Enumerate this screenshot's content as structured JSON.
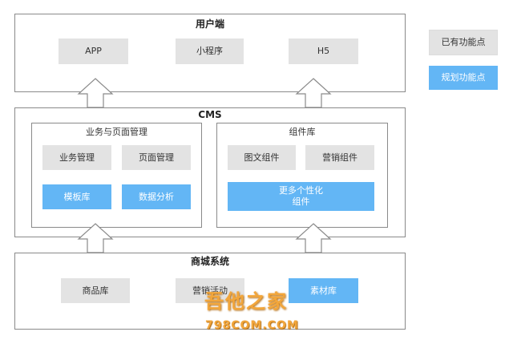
{
  "client_layer": {
    "title": "用户端",
    "items": [
      "APP",
      "小程序",
      "H5"
    ]
  },
  "cms_layer": {
    "title": "CMS",
    "business_group": {
      "title": "业务与页面管理",
      "items": [
        "业务管理",
        "页面管理",
        "模板库",
        "数据分析"
      ]
    },
    "component_group": {
      "title": "组件库",
      "items": [
        "图文组件",
        "营销组件",
        "更多个性化",
        "组件"
      ]
    }
  },
  "mall_layer": {
    "title": "商城系统",
    "items": [
      "商品库",
      "营销活动",
      "素材库"
    ]
  },
  "legend": {
    "existing": "已有功能点",
    "planned": "规划功能点"
  },
  "watermark": {
    "brand": "吾他之家",
    "site": "798COM.COM"
  },
  "colors": {
    "existing": "#e3e3e3",
    "planned": "#63b6f5",
    "border": "#8a8a8a"
  }
}
